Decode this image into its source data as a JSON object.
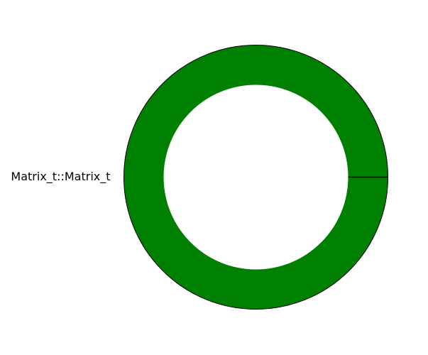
{
  "chart_data": {
    "type": "pie",
    "style": "donut",
    "title": "",
    "slices": [
      {
        "label": "Matrix_t::Matrix_t",
        "value": 100,
        "color": "#008000"
      }
    ],
    "edge_color": "#000000",
    "hole_color": "#ffffff",
    "start_angle_deg": 0,
    "legend": "none"
  }
}
